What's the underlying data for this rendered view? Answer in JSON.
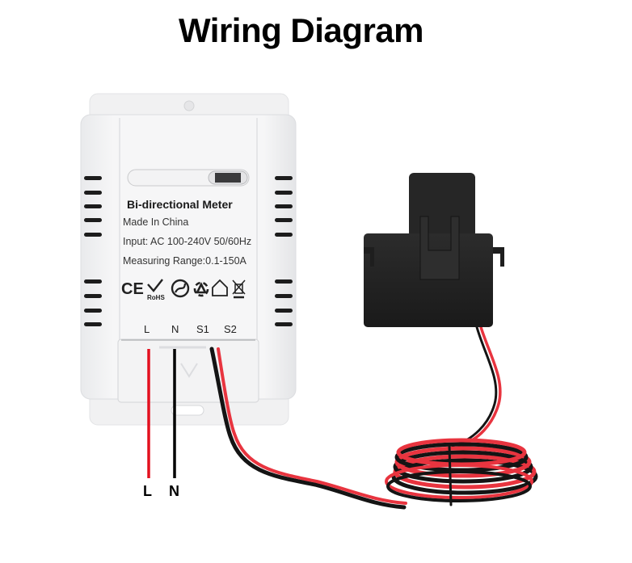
{
  "title": "Wiring Diagram",
  "meter": {
    "name": "Bi-directional Meter",
    "made_in": "Made In China",
    "input": "Input: AC 100-240V 50/60Hz",
    "range": "Measuring Range:0.1-150A",
    "certifications": [
      "CE",
      "RoHS",
      "green-dot-icon",
      "recycle-icon",
      "house-icon",
      "weee-bin-icon"
    ],
    "terminals": [
      "L",
      "N",
      "S1",
      "S2"
    ]
  },
  "wires": {
    "L": {
      "label": "L",
      "color": "#e3101f"
    },
    "N": {
      "label": "N",
      "color": "#000000"
    }
  },
  "ct_sensor": {
    "color": "#1f1f1f",
    "cable_colors": [
      "#e8343f",
      "#141414"
    ]
  },
  "cert_text": {
    "ce": "CE",
    "rohs": "RoHS"
  }
}
